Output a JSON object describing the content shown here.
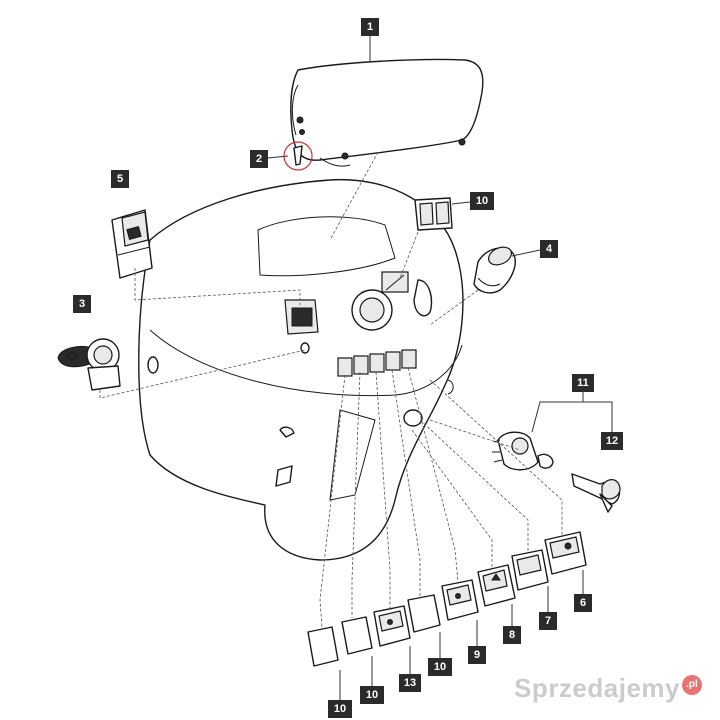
{
  "callouts": [
    {
      "id": "c1",
      "text": "1"
    },
    {
      "id": "c2",
      "text": "2"
    },
    {
      "id": "c3",
      "text": "3"
    },
    {
      "id": "c4",
      "text": "4"
    },
    {
      "id": "c5",
      "text": "5"
    },
    {
      "id": "c10a",
      "text": "10"
    },
    {
      "id": "c11",
      "text": "11"
    },
    {
      "id": "c12",
      "text": "12"
    },
    {
      "id": "c6",
      "text": "6"
    },
    {
      "id": "c7",
      "text": "7"
    },
    {
      "id": "c8",
      "text": "8"
    },
    {
      "id": "c9",
      "text": "9"
    },
    {
      "id": "c10b",
      "text": "10"
    },
    {
      "id": "c13",
      "text": "13"
    },
    {
      "id": "c10c",
      "text": "10"
    },
    {
      "id": "c10d",
      "text": "10"
    }
  ],
  "watermark": {
    "text": "Sprzedajemy",
    "badge": ".pl"
  }
}
